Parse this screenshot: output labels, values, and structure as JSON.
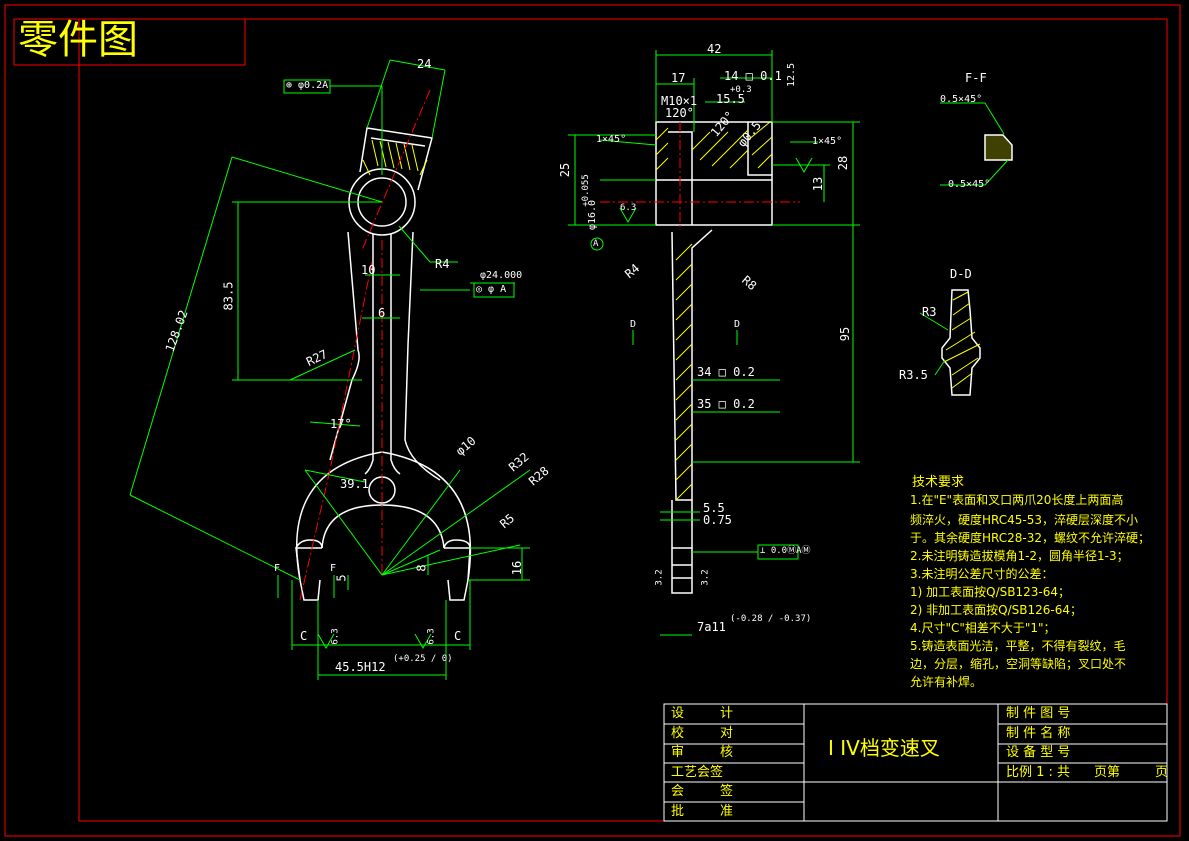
{
  "header": {
    "title": "零件图",
    "tolerance_box_top": "⊕ φ0.2A",
    "tolerance_box_hole": "◎ φ A"
  },
  "dimensions": {
    "d24_top": "24",
    "d42": "42",
    "d17_side": "17",
    "d14": "14 □ 0.1",
    "d12_5": "12.5",
    "d15_5": "15.5",
    "d10_3": "+0.3",
    "m10": "M10×1",
    "a120": "120°",
    "d120_2": "120°",
    "d40_5": "φ0.5",
    "chamfer1": "1×45°",
    "chamfer2": "1×45°",
    "d25": "25",
    "d28": "28",
    "d13": "13",
    "d0055": "+0.055",
    "d16": "φ16.0",
    "r6_3a": "6.3",
    "r4_side": "R4",
    "r8": "R8",
    "d95": "95",
    "d34": "34 □ 0.2",
    "d35": "35 □ 0.2",
    "d5_5": "5.5",
    "d0_75": "0.75",
    "perp": "⊥ 0.0ⓂAⓂ",
    "d3_2a": "3.2",
    "d3_2b": "3.2",
    "d7a11": "7a11",
    "d7a11_tol": "(-0.28 / -0.37)",
    "r4": "R4",
    "d24_000": "φ24.000",
    "d128": "128.02",
    "d83_5": "83.5",
    "d10": "10",
    "d6": "6",
    "r27": "R27",
    "d17_angle": "17°",
    "phi10": "φ10",
    "r32": "R32",
    "r28": "R28",
    "d39_1": "39.1",
    "r5": "R5",
    "d5": "5",
    "d8": "8",
    "d16_b": "16",
    "c_left": "C",
    "c_right": "C",
    "r6_3b": "6.3",
    "r6_3c": "6.3",
    "d45_5": "45.5H12",
    "d45_5_tol": "(+0.25 / 0)",
    "f_left": "F",
    "f_mid": "F",
    "d_left": "D",
    "d_right": "D",
    "a_mark": "A"
  },
  "sections": {
    "ff_title": "F-F",
    "ff_c1": "0.5×45°",
    "ff_c2": "0.5×45°",
    "dd_title": "D-D",
    "dd_r3": "R3",
    "dd_r35": "R3.5"
  },
  "tech": {
    "title": "技术要求",
    "lines": [
      "1.在\"E\"表面和叉口两爪20长度上两面高",
      "频淬火，硬度HRC45-53，淬硬层深度不小",
      "于。其余硬度HRC28-32，螺纹不允许淬硬；",
      "2.未注明铸造拔模角1-2，圆角半径1-3；",
      "3.未注明公差尺寸的公差：",
      "   1) 加工表面按Q/SB123-64；",
      "   2) 非加工表面按Q/SB126-64；",
      "4.尺寸\"C\"相差不大于\"1\"；",
      "5.铸造表面光洁，平整，不得有裂纹，毛",
      "边，分层，缩孔，空洞等缺陷；叉口处不",
      "允许有补焊。"
    ]
  },
  "titleblock": {
    "r1a": "设",
    "r1b": "计",
    "r2a": "校",
    "r2b": "对",
    "r3a": "审",
    "r3b": "核",
    "r4": "工艺会签",
    "r5a": "会",
    "r5b": "签",
    "r6a": "批",
    "r6b": "准",
    "part_name": "I IV档变速叉",
    "f1": "制 件 图 号",
    "f2": "制 件 名 称",
    "f3": "设 备 型 号",
    "f4": "比例 1 : 共",
    "f4b": "页第",
    "f4c": "页"
  },
  "colors": {
    "frame": "#ff0000",
    "outline": "#ffffff",
    "dim": "#00ff00",
    "centerline": "#ff0000",
    "text": "#ffff00",
    "background": "#000000"
  }
}
